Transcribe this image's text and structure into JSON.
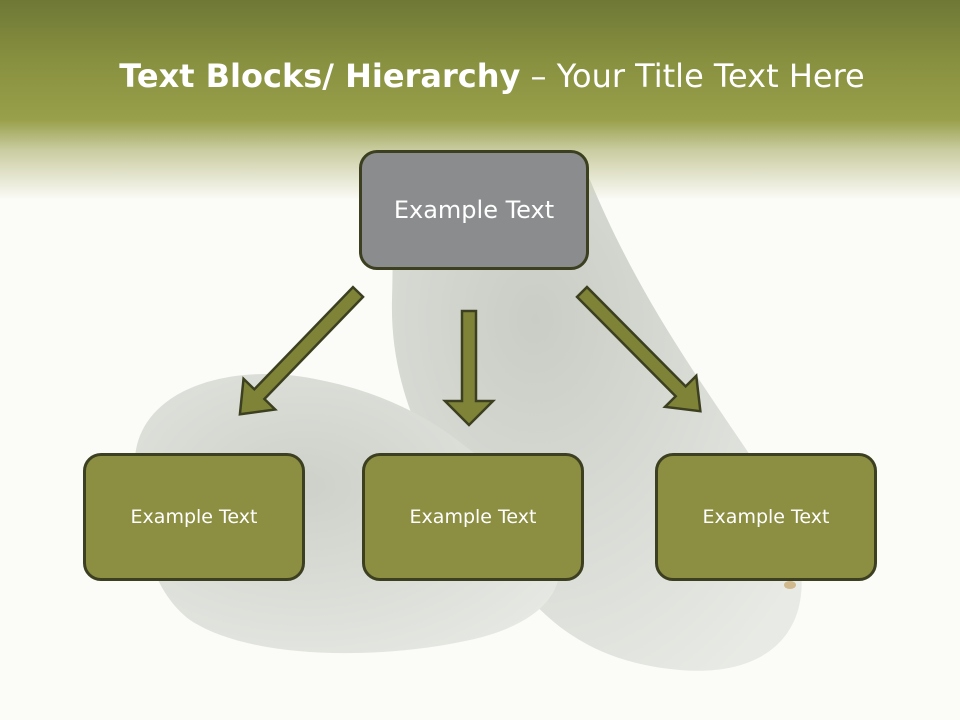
{
  "title": {
    "bold": "Text Blocks/ Hierarchy",
    "rest": " – Your Title Text Here"
  },
  "top_box": {
    "label": "Example Text"
  },
  "children": [
    {
      "label": "Example Text"
    },
    {
      "label": "Example Text"
    },
    {
      "label": "Example Text"
    }
  ],
  "colors": {
    "header": "#87903f",
    "top_box": "#8a8c8e",
    "child_box": "#8c8f42",
    "arrow_fill": "#7e8338",
    "border": "#3c4020"
  },
  "icons": [
    "arrow-down-left-icon",
    "arrow-down-icon",
    "arrow-down-right-icon"
  ]
}
